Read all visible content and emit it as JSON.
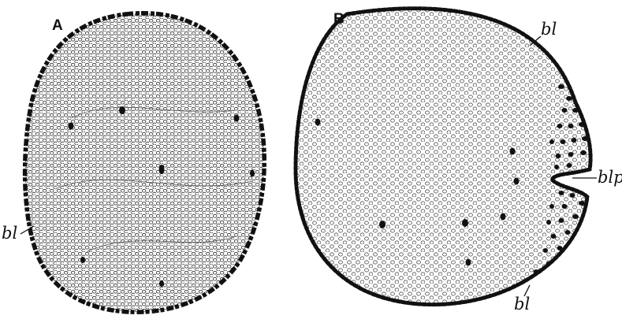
{
  "figure": {
    "panel_a": {
      "letter": "A",
      "labels": {
        "blastoderm": "bl"
      }
    },
    "panel_b": {
      "letter": "B",
      "labels": {
        "blastoderm_top": "bl",
        "blastopore": "blp",
        "blastoderm_bottom": "bl"
      }
    },
    "colors": {
      "ink": "#111111",
      "paper": "#ffffff",
      "cell_outline": "#2a2a2a"
    }
  }
}
